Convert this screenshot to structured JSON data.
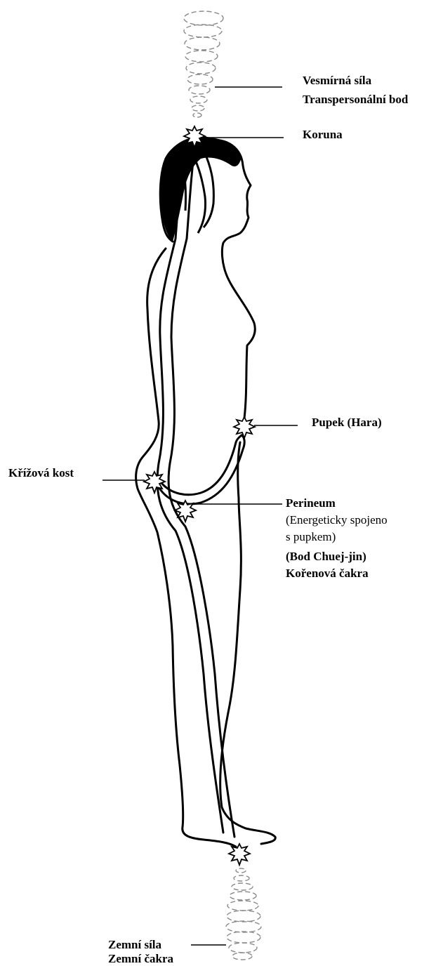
{
  "labels": {
    "cosmic_force": "Vesmírná síla",
    "transpersonal_point": "Transpersonální bod",
    "crown": "Koruna",
    "navel": "Pupek (Hara)",
    "sacrum": "Křížová kost",
    "perineum": "Perineum",
    "perineum_note_1": "(Energeticky spojeno",
    "perineum_note_2": "s pupkem)",
    "perineum_alt": "(Bod Chuej-jin)",
    "root_chakra": "Kořenová čakra",
    "earth_force": "Zemní síla",
    "earth_chakra": "Zemní čakra"
  },
  "colors": {
    "ink": "#000000",
    "background": "#ffffff",
    "spiral": "#8a8a8a"
  }
}
